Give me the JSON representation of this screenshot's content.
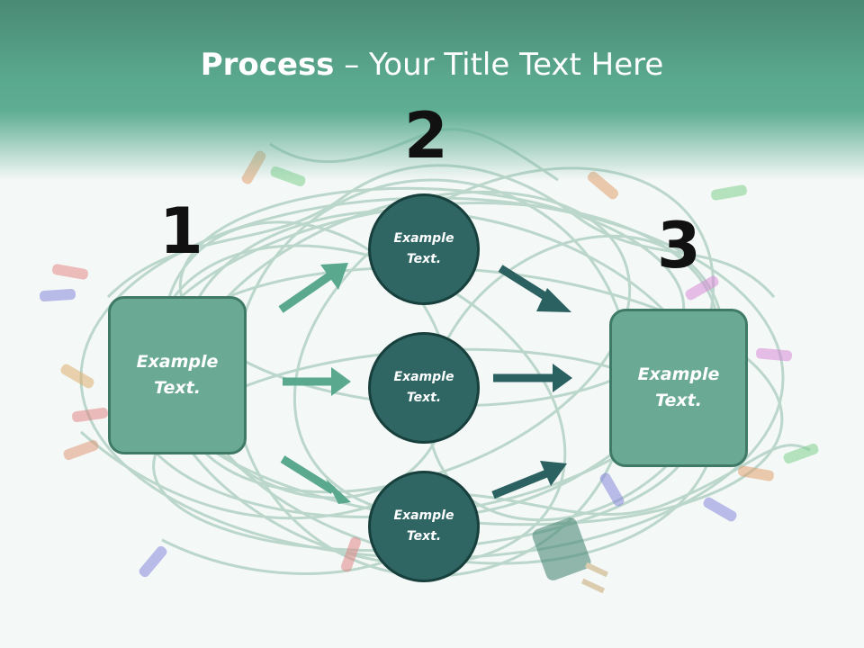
{
  "slide": {
    "title_bold": "Process",
    "title_rest": " – Your Title Text Here",
    "numbers": {
      "one": "1",
      "two": "2",
      "three": "3"
    },
    "left_box": {
      "line1": "Example",
      "line2": "Text."
    },
    "right_box": {
      "line1": "Example",
      "line2": "Text."
    },
    "circles": [
      {
        "line1": "Example",
        "line2": "Text."
      },
      {
        "line1": "Example",
        "line2": "Text."
      },
      {
        "line1": "Example",
        "line2": "Text."
      }
    ]
  },
  "colors": {
    "header": "#5fae93",
    "box_fill": "#6aaa94",
    "circle_fill": "#2f6664",
    "arrow_light": "#5aa98e",
    "arrow_dark": "#2b6160"
  }
}
